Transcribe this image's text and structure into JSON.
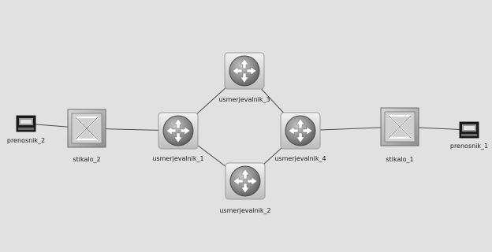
{
  "diagram": {
    "nodes": {
      "prenosnik_2": {
        "label": "prenosnik_2",
        "kind": "pc-icon"
      },
      "stikalo_2": {
        "label": "stikalo_2",
        "kind": "switch-icon"
      },
      "usmerjevalnik_1": {
        "label": "usmerjevalnik_1",
        "kind": "router-icon"
      },
      "usmerjevalnik_3": {
        "label": "usmerjevalnik_3",
        "kind": "router-icon"
      },
      "usmerjevalnik_2": {
        "label": "usmerjevalnik_2",
        "kind": "router-icon"
      },
      "usmerjevalnik_4": {
        "label": "usmerjevalnik_4",
        "kind": "router-icon"
      },
      "stikalo_1": {
        "label": "stikalo_1",
        "kind": "switch-icon"
      },
      "prenosnik_1": {
        "label": "prenosnik_1",
        "kind": "pc-icon"
      }
    },
    "links": [
      [
        "prenosnik_2",
        "stikalo_2"
      ],
      [
        "stikalo_2",
        "usmerjevalnik_1"
      ],
      [
        "usmerjevalnik_1",
        "usmerjevalnik_3"
      ],
      [
        "usmerjevalnik_1",
        "usmerjevalnik_2"
      ],
      [
        "usmerjevalnik_3",
        "usmerjevalnik_4"
      ],
      [
        "usmerjevalnik_2",
        "usmerjevalnik_4"
      ],
      [
        "usmerjevalnik_4",
        "stikalo_1"
      ],
      [
        "stikalo_1",
        "prenosnik_1"
      ]
    ]
  }
}
